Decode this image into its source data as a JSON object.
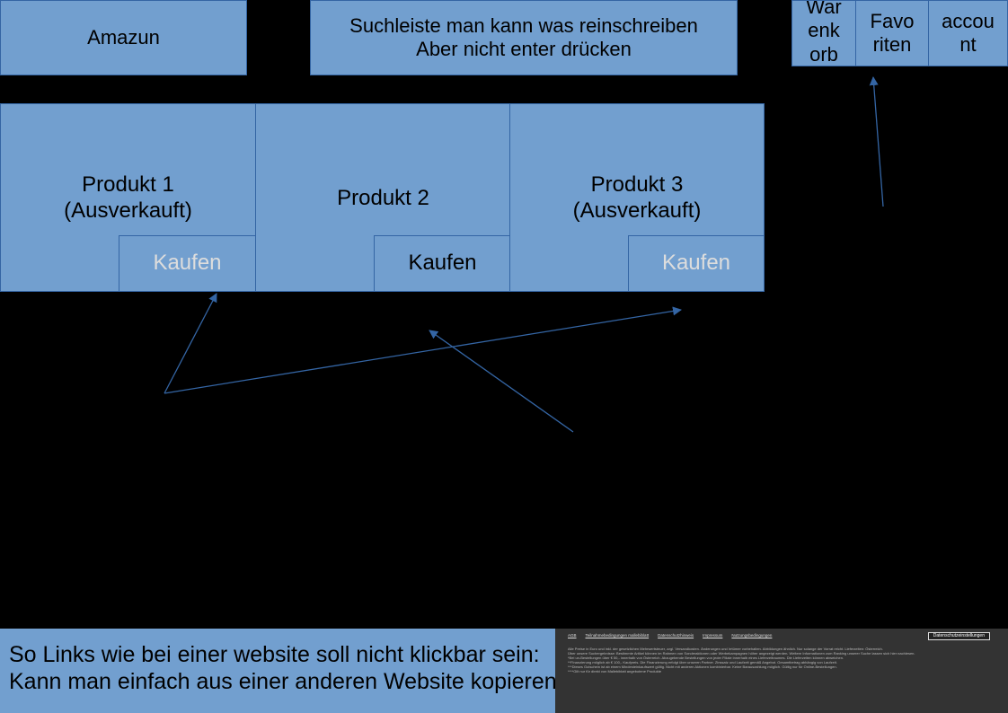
{
  "header": {
    "logo": "Amazun",
    "search_line1": "Suchleiste man kann was reinschreiben",
    "search_line2": "Aber nicht enter drücken",
    "cart_label": "War enk orb",
    "favorites_label": "Favo riten",
    "account_label": "accou nt"
  },
  "products": [
    {
      "name": "Produkt 1",
      "status": "(Ausverkauft)",
      "buy_label": "Kaufen"
    },
    {
      "name": "Produkt 2",
      "status": "",
      "buy_label": "Kaufen"
    },
    {
      "name": "Produkt 3",
      "status": "(Ausverkauft)",
      "buy_label": "Kaufen"
    }
  ],
  "footer": {
    "note_line1": "So Links wie bei einer website soll nicht klickbar sein:",
    "note_line2": "Kann man einfach aus einer anderen Website kopieren",
    "links": [
      "AGB",
      "Teilnahmebedingungen mallebiblatt",
      "Datenschutzhinweis",
      "Impressum",
      "Nutzungsbedingungen"
    ],
    "privacy_button": "Datenschutzeinstellungen",
    "fine_print": [
      "Alle Preise in Euro und inkl. der gesetzlichen Mehrwertsteuer, zzgl. Versandkosten. Änderungen und Irrtümer vorbehalten. Abbildungen ähnlich. Nur solange der Vorrat reicht. Lieferzeiten: Österreich.",
      "Über unsere Suchergebnisse: Bestimmte Artikel können im Rahmen von Sonderaktionen oder Werbekampagnen höher angezeigt werden. Weitere Informationen zum Ranking unserer Suche lassen sich hier nachlesen.",
      "*Bei un-Bestellungen über € 50,- innerhalb von Österreich. Abzugebende Bestellungen von jeder Filiale innerhalb eines Lieferzeitraumes. Die Lieferzeiten können abweichen.",
      "**Finanzierung möglich ab € 100,- Kaufpreis. Die Finanzierung erfolgt über unseren Partner. Zinssatz und Laufzeit gemäß Angebot. Gesamtbetrag abhängig von Laufzeit.",
      "***Dieses Gutschein ist ab einem Mindesteinkaufswert gültig. Nicht mit anderen Aktionen kombinierbar. Keine Barauszahlung möglich. Gültig nur für Online-Bestellungen.",
      "****Gilt nur für direkt von Mallebiblatt angebotene Produkte"
    ]
  }
}
